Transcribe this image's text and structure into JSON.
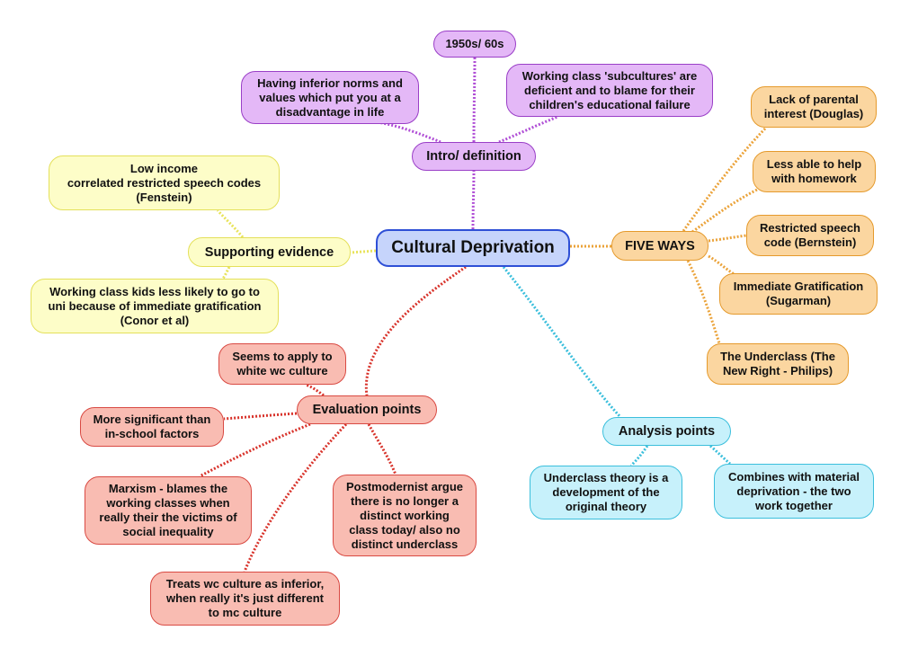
{
  "central": "Cultural Deprivation",
  "intro": {
    "label": "Intro/ definition",
    "items": [
      "1950s/ 60s",
      "Having inferior norms and\nvalues which put you at a\ndisadvantage in life",
      "Working class 'subcultures' are\ndeficient and to blame for their\nchildren's educational failure"
    ]
  },
  "five_ways": {
    "label": "FIVE WAYS",
    "items": [
      "Lack of parental\ninterest (Douglas)",
      "Less able to help\nwith homework",
      "Restricted speech\ncode (Bernstein)",
      "Immediate Gratification\n(Sugarman)",
      "The Underclass (The\nNew Right - Philips)"
    ]
  },
  "supporting": {
    "label": "Supporting evidence",
    "items": [
      "Low income\ncorrelated restricted speech codes\n(Fenstein)",
      "Working class kids less likely to go to\nuni because of immediate gratification\n(Conor et al)"
    ]
  },
  "evaluation": {
    "label": "Evaluation points",
    "items": [
      "Seems to apply to\nwhite wc culture",
      "More significant than\nin-school factors",
      "Marxism - blames the\nworking classes when\nreally their the victims of\nsocial inequality",
      "Postmodernist argue\nthere is no longer a\ndistinct working\nclass today/ also no\ndistinct underclass",
      "Treats wc culture as inferior,\nwhen really it's just different\nto mc culture"
    ]
  },
  "analysis": {
    "label": "Analysis points",
    "items": [
      "Underclass theory is a\ndevelopment of the\noriginal theory",
      "Combines with material\ndeprivation - the two\nwork together"
    ]
  },
  "colors": {
    "intro": "#b04fd6",
    "five_ways": "#eba33a",
    "supporting": "#e8e35a",
    "evaluation": "#d8332b",
    "analysis": "#3bbfdc",
    "center": "#2e4fd6"
  }
}
